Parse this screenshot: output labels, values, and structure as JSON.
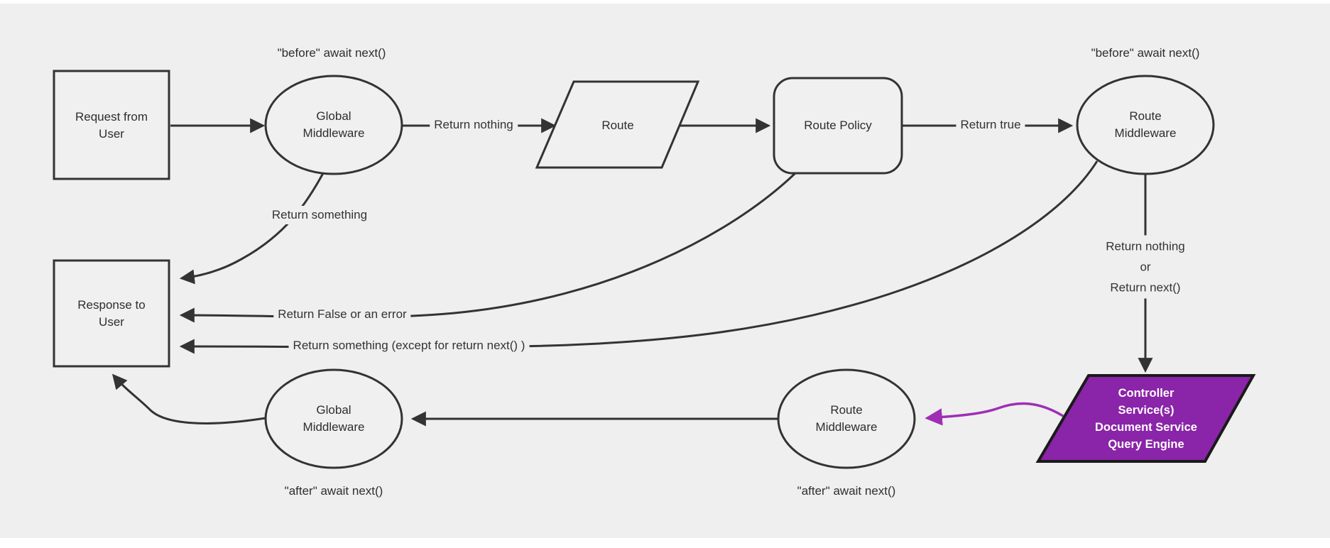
{
  "diagram": {
    "type": "flowchart",
    "background_color": "#efefef",
    "node_fill": "#f0f0f0",
    "stroke_color": "#333333",
    "text_color": "#2e2e2e",
    "accent_fill": "#8a24a8",
    "accent_stroke": "#1a1a1a",
    "accent_edge_color": "#9e2fb4"
  },
  "nodes": {
    "request": {
      "label": "Request from\nUser",
      "shape": "rectangle"
    },
    "global_middleware_top": {
      "label": "Global\nMiddleware",
      "shape": "ellipse"
    },
    "route": {
      "label": "Route",
      "shape": "parallelogram"
    },
    "route_policy": {
      "label": "Route Policy",
      "shape": "rounded-rectangle"
    },
    "route_middleware_top": {
      "label": "Route\nMiddleware",
      "shape": "ellipse"
    },
    "response": {
      "label": "Response to\nUser",
      "shape": "rectangle"
    },
    "controller": {
      "label": "Controller\nService(s)\nDocument Service\nQuery Engine",
      "shape": "parallelogram",
      "fill": "#8a24a8"
    },
    "route_middleware_bottom": {
      "label": "Route\nMiddleware",
      "shape": "ellipse"
    },
    "global_middleware_bottom": {
      "label": "Global\nMiddleware",
      "shape": "ellipse"
    }
  },
  "annotations": {
    "before_await_left": "\"before\" await next()",
    "before_await_right": "\"before\" await next()",
    "after_await_left": "\"after\" await next()",
    "after_await_right": "\"after\" await next()"
  },
  "edge_labels": {
    "return_nothing": "Return nothing",
    "return_true": "Return true",
    "return_something": "Return something",
    "return_false": "Return False or an error",
    "return_something_except": "Return something (except for return next() )",
    "return_nothing_or_next": "Return nothing\nor\nReturn next()"
  }
}
